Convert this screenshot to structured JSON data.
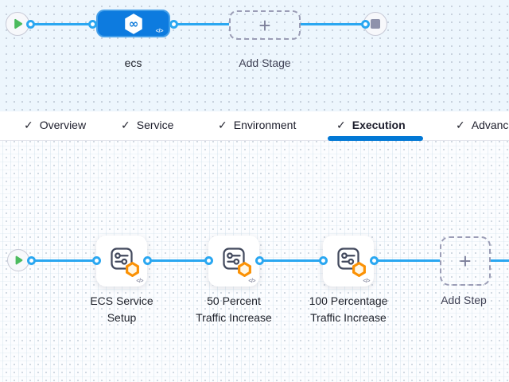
{
  "glyphs": {
    "check": "✓",
    "plus": "+",
    "code": "</>",
    "infinity": "∞"
  },
  "stage_pipeline": {
    "stage_label": "ecs",
    "add_stage_label": "Add Stage"
  },
  "tabs": [
    {
      "label": "Overview",
      "checked": true,
      "active": false
    },
    {
      "label": "Service",
      "checked": true,
      "active": false
    },
    {
      "label": "Environment",
      "checked": true,
      "active": false
    },
    {
      "label": "Execution",
      "checked": true,
      "active": true
    },
    {
      "label": "Advanced",
      "checked": true,
      "active": false
    }
  ],
  "execution": {
    "steps": [
      {
        "line1": "ECS Service",
        "line2": "Setup"
      },
      {
        "line1": "50 Percent",
        "line2": "Traffic Increase"
      },
      {
        "line1": "100 Percentage",
        "line2": "Traffic Increase"
      }
    ],
    "add_step_label": "Add Step"
  },
  "colors": {
    "accent_blue": "#0278d5",
    "connector_blue": "#2aa7f1",
    "stage_blue": "#0d7bdf",
    "play_green": "#4cbb5e",
    "badge_orange": "#fb9104"
  }
}
